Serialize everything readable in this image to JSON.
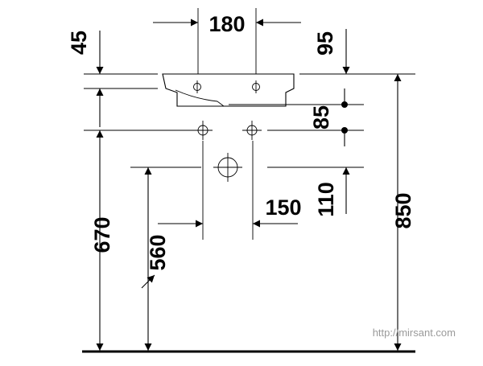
{
  "dimensions": {
    "top_width": "180",
    "left_height": "45",
    "right_height": "95",
    "tap_spacing": "85",
    "outlet_offset": "110",
    "outlet_width": "150",
    "left_tall": "670",
    "left_inner": "560",
    "right_tall": "850"
  },
  "watermark": "http://mirsant.com",
  "colors": {
    "line": "#000000",
    "watermark": "#9a9a9a",
    "background": "#ffffff"
  }
}
